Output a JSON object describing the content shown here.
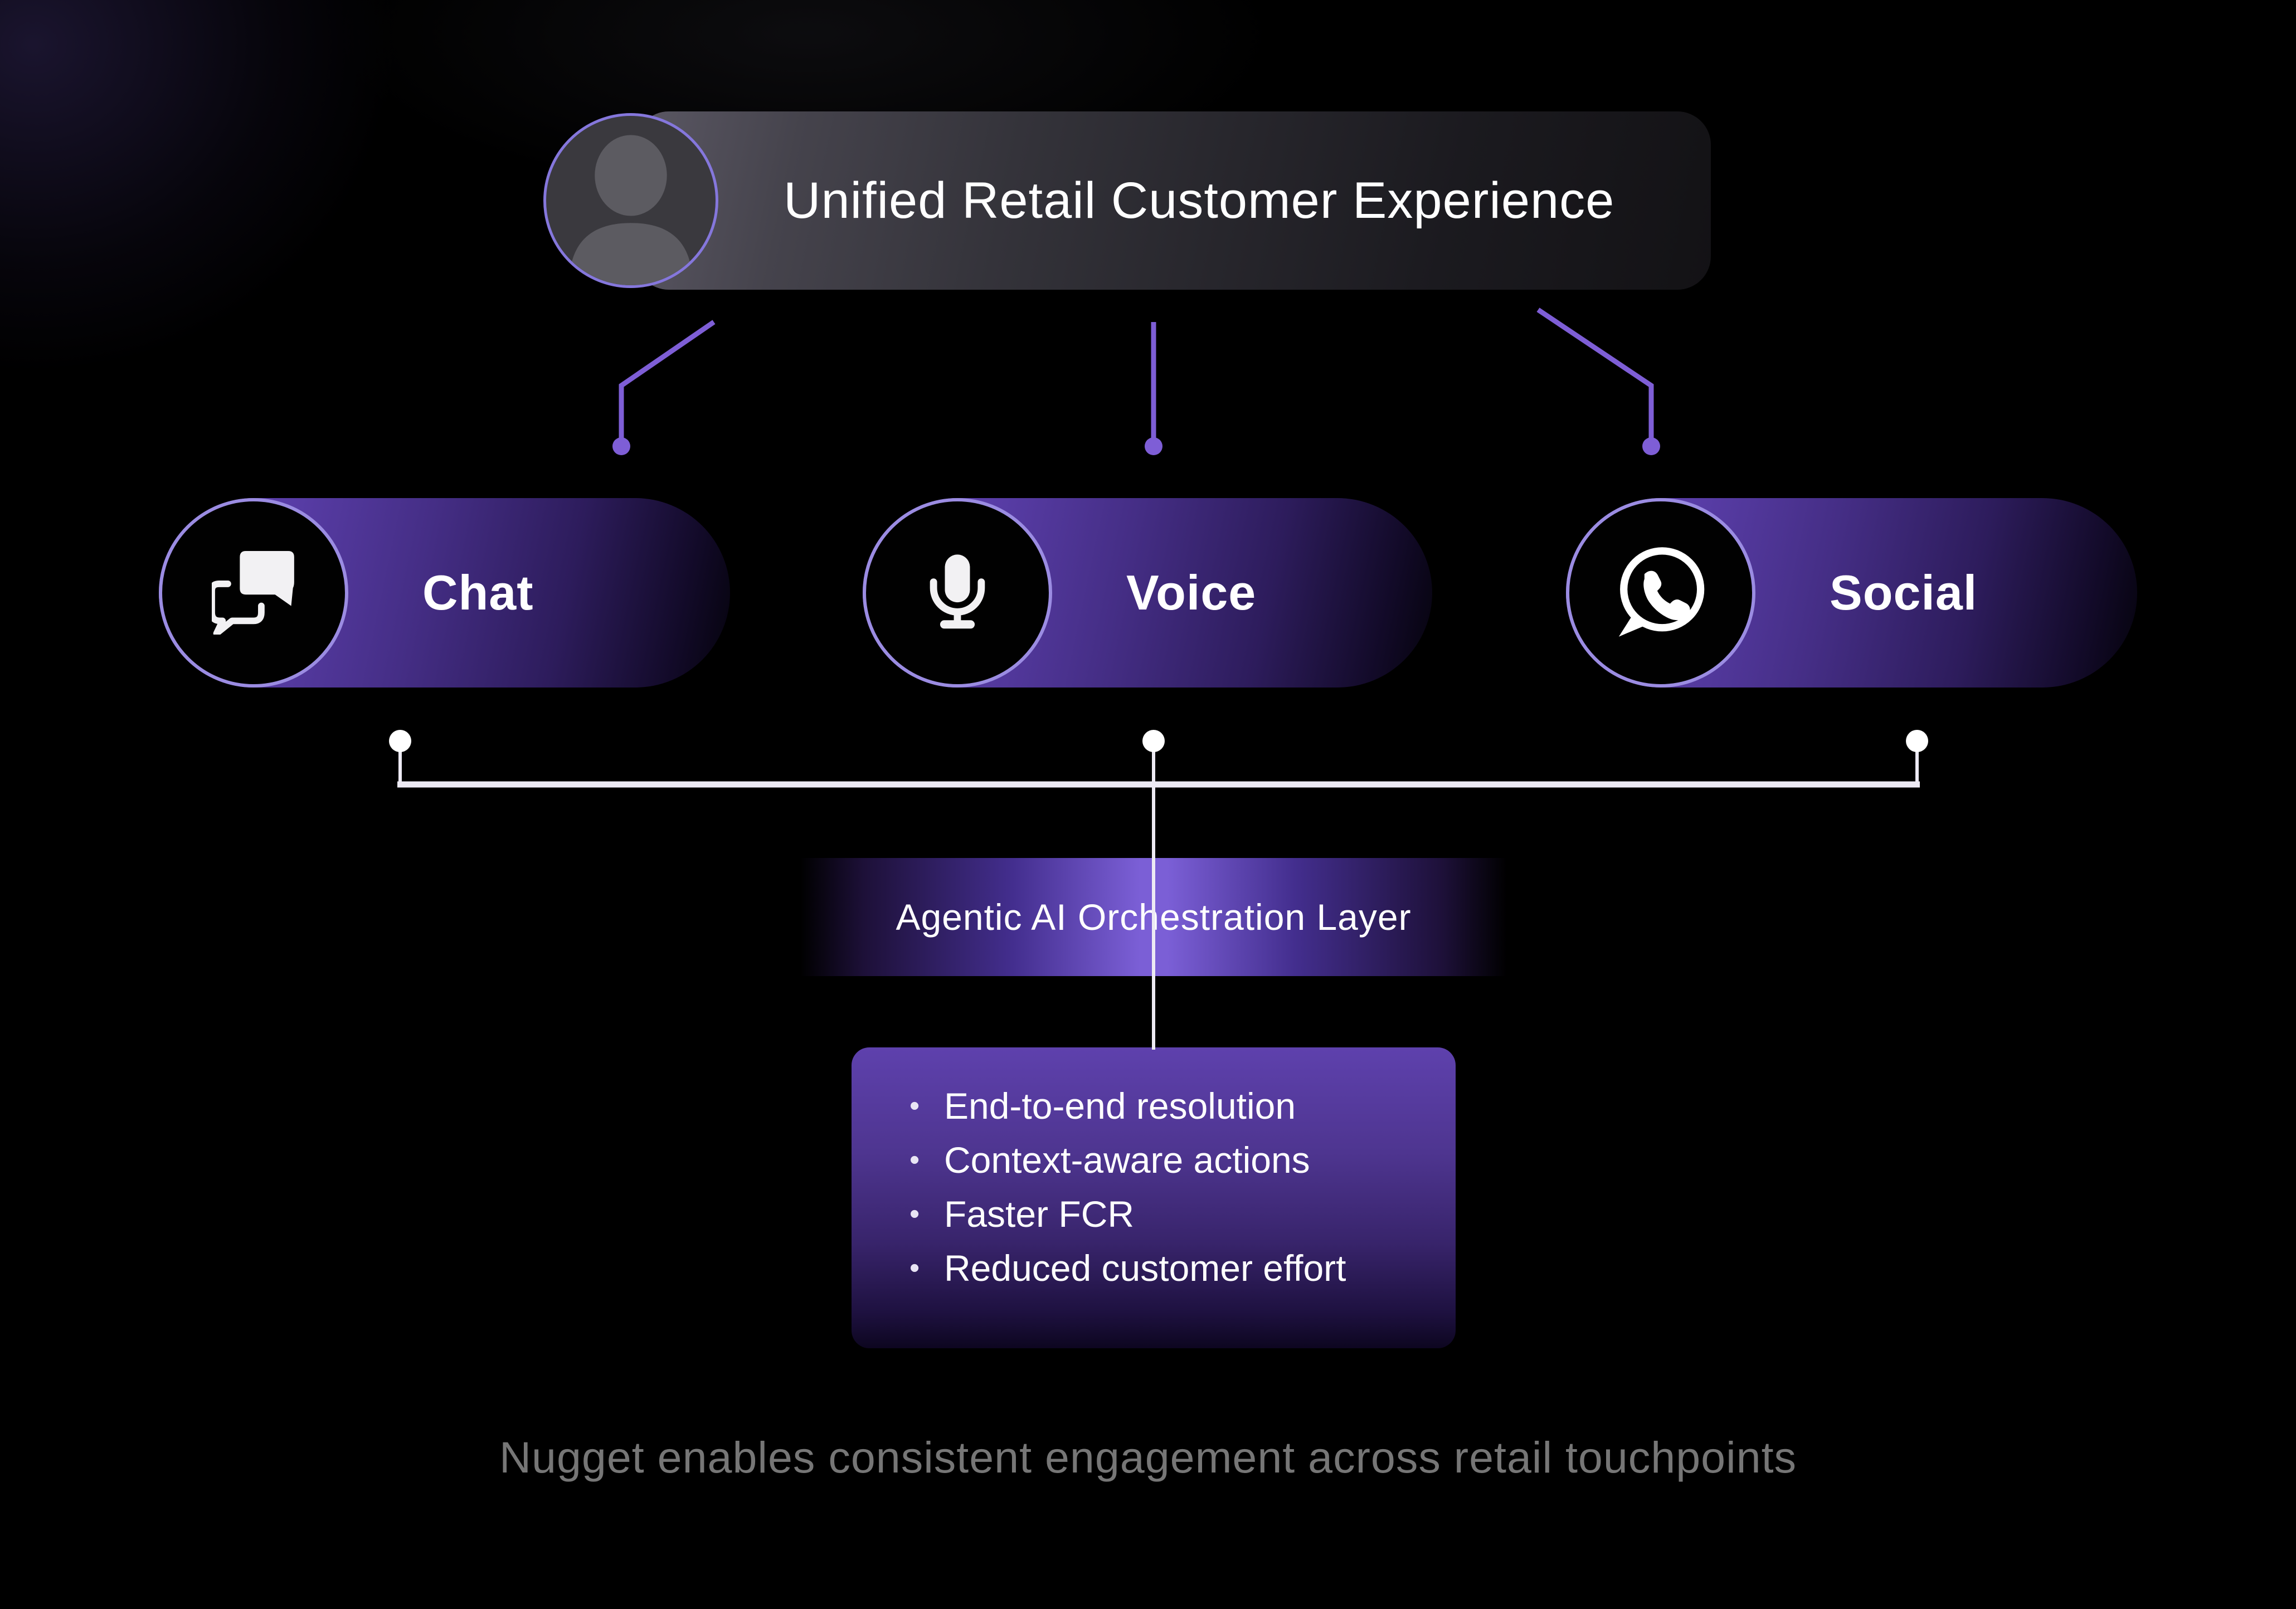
{
  "diagram": {
    "root": {
      "title": "Unified Retail Customer Experience",
      "icon": "person-icon"
    },
    "channels": [
      {
        "id": "chat",
        "label": "Chat",
        "icon": "chat-bubbles-icon"
      },
      {
        "id": "voice",
        "label": "Voice",
        "icon": "microphone-icon"
      },
      {
        "id": "social",
        "label": "Social",
        "icon": "whatsapp-icon"
      }
    ],
    "orchestration_label": "Agentic AI Orchestration Layer",
    "benefits": [
      "End-to-end resolution",
      "Context-aware actions",
      "Faster FCR",
      "Reduced customer effort"
    ],
    "caption": "Nugget enables consistent engagement across retail touchpoints"
  },
  "colors": {
    "background": "#000000",
    "accent_purple": "#7e5ed6",
    "ring_purple": "#9b8ce2",
    "connector_white": "#ffffff",
    "caption_gray": "#767676"
  }
}
